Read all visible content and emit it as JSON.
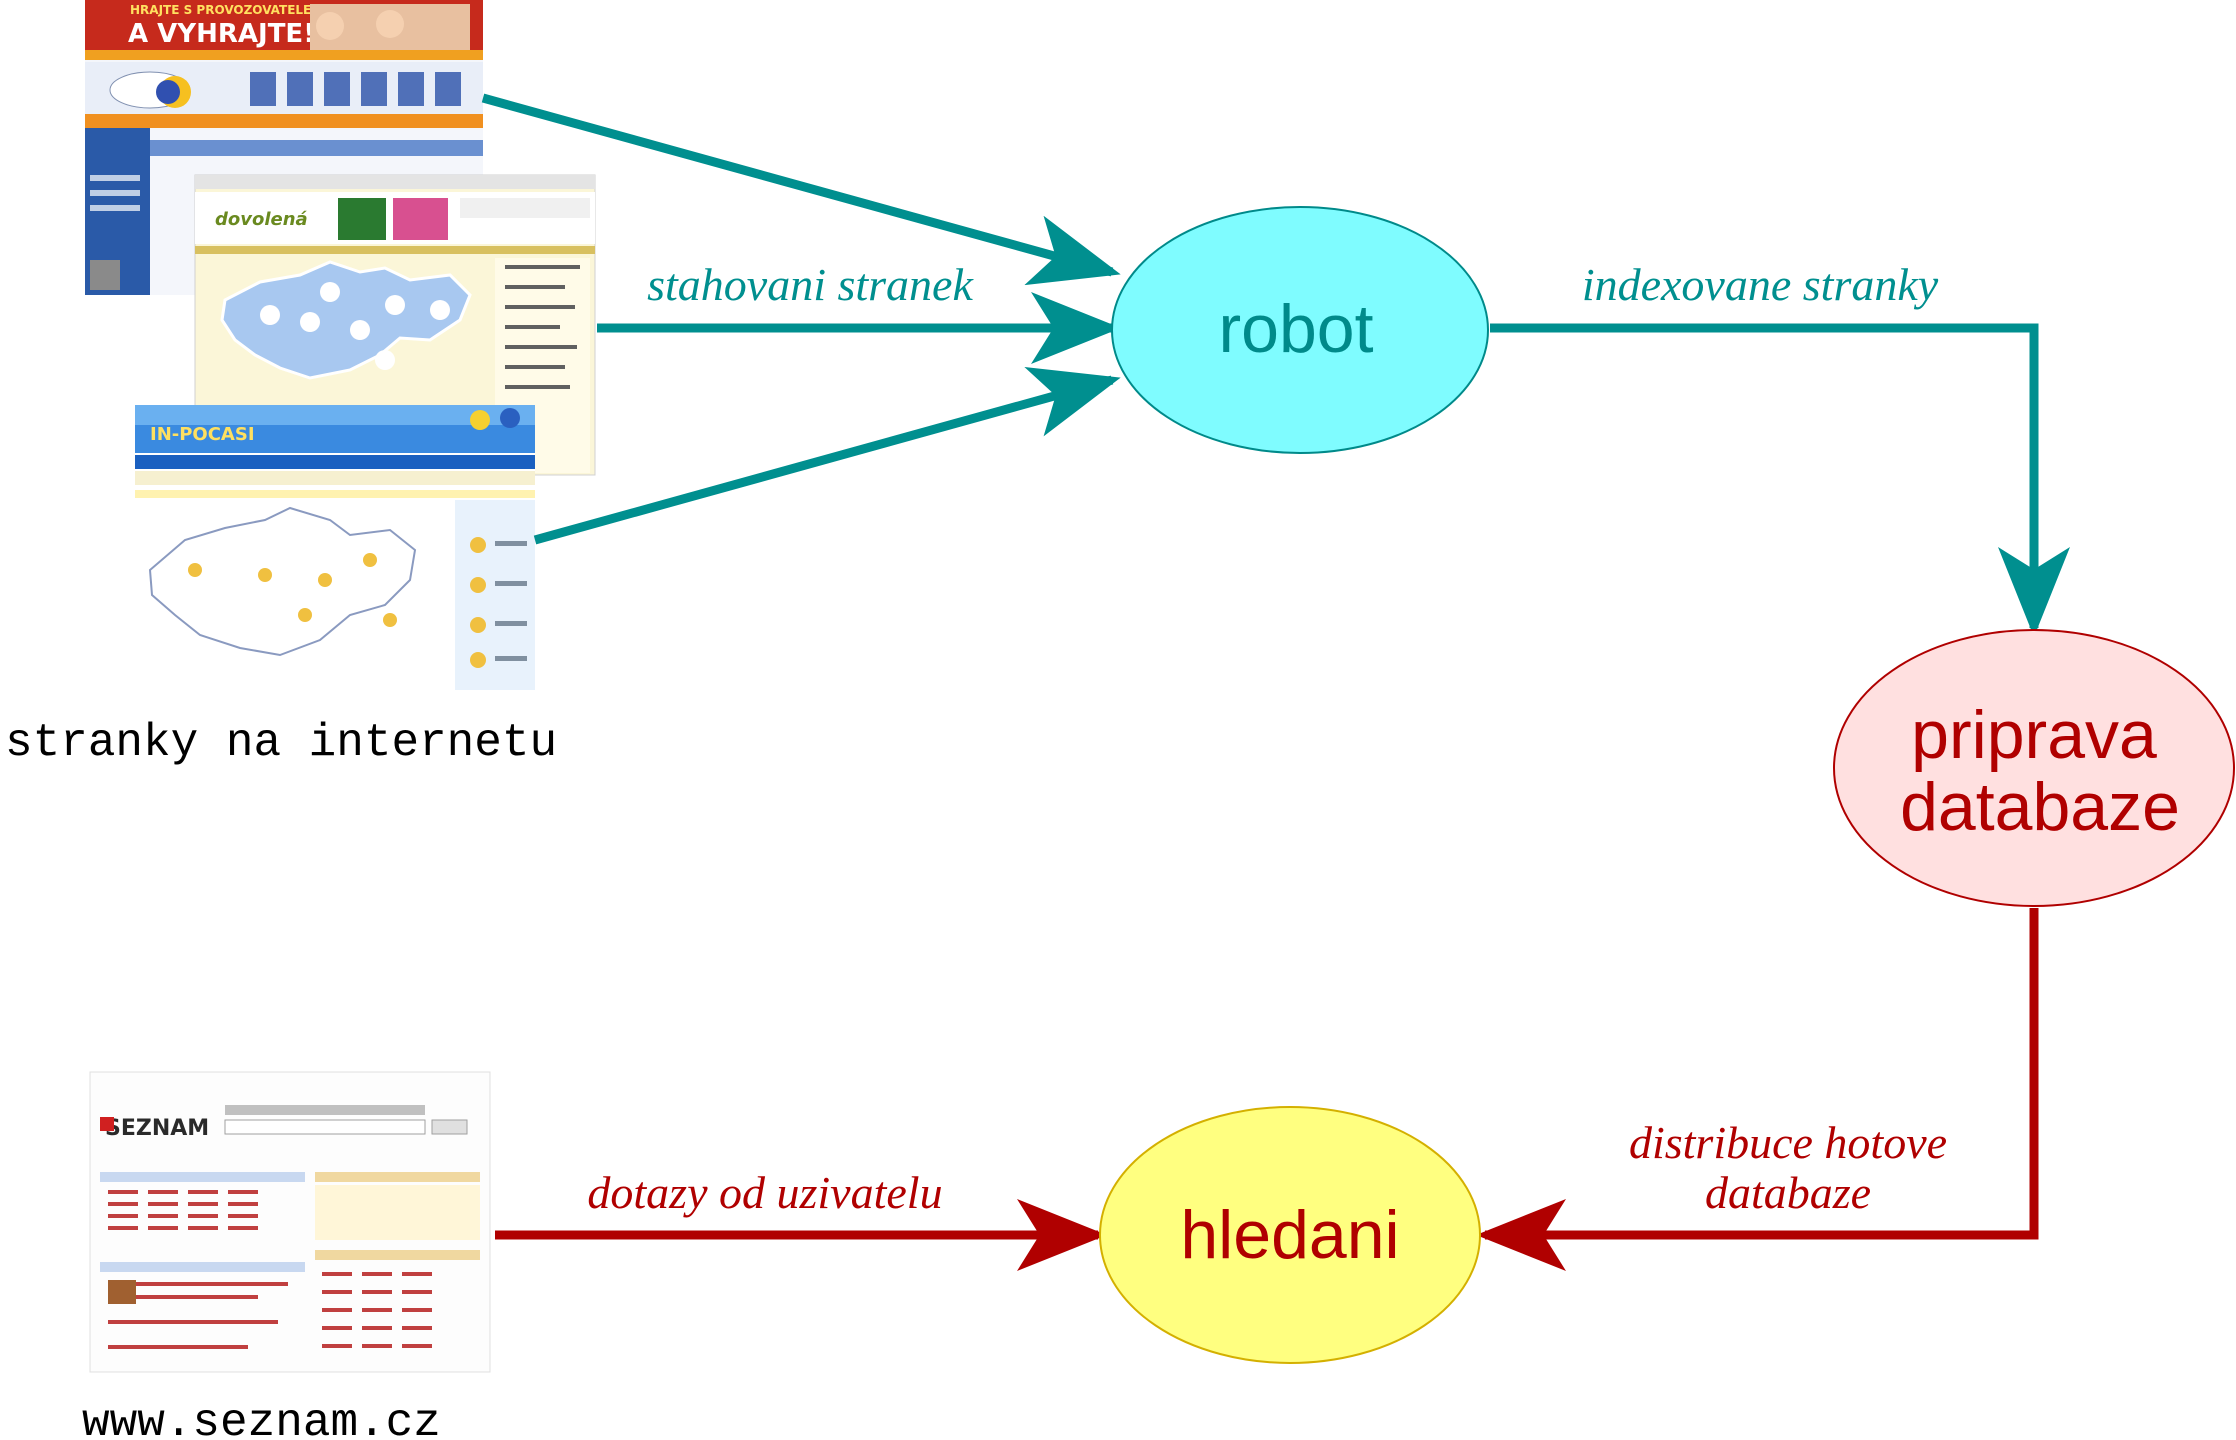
{
  "nodes": {
    "robot": {
      "label": "robot",
      "fill": "#7ffcff",
      "stroke": "#008a8a",
      "text_color": "#008a8a"
    },
    "priprava": {
      "line1": "priprava",
      "line2": "databaze",
      "fill": "#ffe0e0",
      "stroke": "#b00000",
      "text_color": "#b00000"
    },
    "hledani": {
      "label": "hledani",
      "fill": "#ffff80",
      "stroke": "#d4b000",
      "text_color": "#b00000"
    }
  },
  "edges": {
    "stahovani": "stahovani stranek",
    "indexovane": "indexovane stranky",
    "distribuce_line1": "distribuce hotove",
    "distribuce_line2": "databaze",
    "dotazy": "dotazy od uzivatelu"
  },
  "captions": {
    "internet": "stranky na internetu",
    "seznam": "www.seznam.cz"
  },
  "thumbnails": {
    "banner_text": "A VYHRAJTE!",
    "banner_top": "HRAJTE S PROVOZOVATELEM",
    "brand_pocasi": "IN-POCASI",
    "brand_seznam": "SEZNAM"
  },
  "colors": {
    "teal": "#008f8f",
    "dark_red": "#b00000"
  }
}
